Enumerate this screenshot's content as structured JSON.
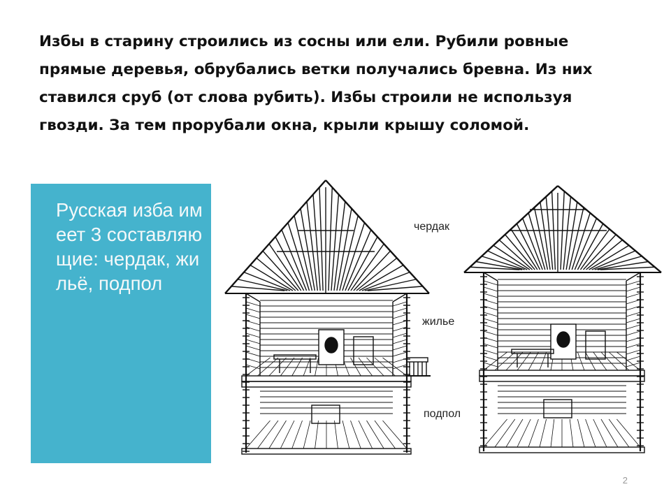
{
  "slide": {
    "intro_text": "Избы в старину строились из сосны или ели. Рубили ровные прямые деревья, обрубались ветки получались бревна. Из них ставился сруб (от слова рубить). Избы строили не используя гвозди. За тем прорубали окна, крыли крышу соломой.",
    "panel_text": "Русская изба имеет 3 составляющие: чердак, жильё, подпол",
    "labels": {
      "attic": "чердак",
      "living": "жилье",
      "basement": "подпол"
    },
    "page_number": "2",
    "colors": {
      "panel": "#45b3cd",
      "panel_text": "#f4f8f9",
      "text": "#111111"
    }
  }
}
